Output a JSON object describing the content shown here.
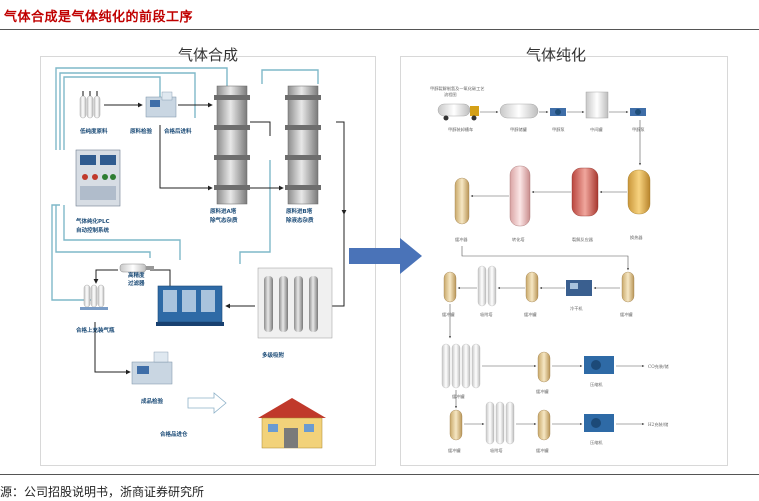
{
  "title": "气体合成是气体纯化的前段工序",
  "source": "源：公司招股说明书，浙商证券研究所",
  "left_panel": {
    "heading": "气体合成",
    "labels": {
      "raw_cylinders": "低纯度原料",
      "raw_check": "原料检验",
      "qualified_in": "合格后进料",
      "plc": "气体纯化PLC\n自动控制系统",
      "tower_a": "原料进A塔\n除气态杂质",
      "tower_b": "原料进B塔\n除液态杂质",
      "filter": "高精度\n过滤器",
      "fill": "合格上充装气瓶",
      "multistage": "多级吸附",
      "product_check": "成品检验",
      "warehouse": "合格品进仓"
    }
  },
  "right_panel": {
    "heading": "气体纯化",
    "labels": {
      "process_title": "甲醇裂解制氢及一氧化碳工艺\n流程图",
      "methanol_truck": "甲醇装卸槽车",
      "storage_tank": "甲醇储罐",
      "pump": "甲醇泵",
      "intermediate": "中间罐",
      "pump2": "甲醇泵",
      "heat_exchanger": "换热器",
      "reactor": "裂解反应器",
      "reformer": "转化塔",
      "buffer": "缓冲器",
      "buffer_tank": "缓冲罐",
      "adsorber": "吸附塔",
      "buffer_tank2": "缓冲罐",
      "dryer": "冷干机",
      "buffer_tank3": "缓冲罐",
      "bank1": "缓冲罐",
      "buffer_tank4": "缓冲罐",
      "compressor1": "压缩机",
      "co_product": "CO充装/储",
      "buffer_tank5": "缓冲罐",
      "bank2": "吸附塔",
      "buffer_tank6": "缓冲罐",
      "compressor2": "压缩机",
      "h2_product": "H2充装/储"
    }
  },
  "colors": {
    "title": "#c00000",
    "pipe": "#7fb8c9",
    "arrow": "#4a73b8",
    "label": "#1f4e79"
  }
}
